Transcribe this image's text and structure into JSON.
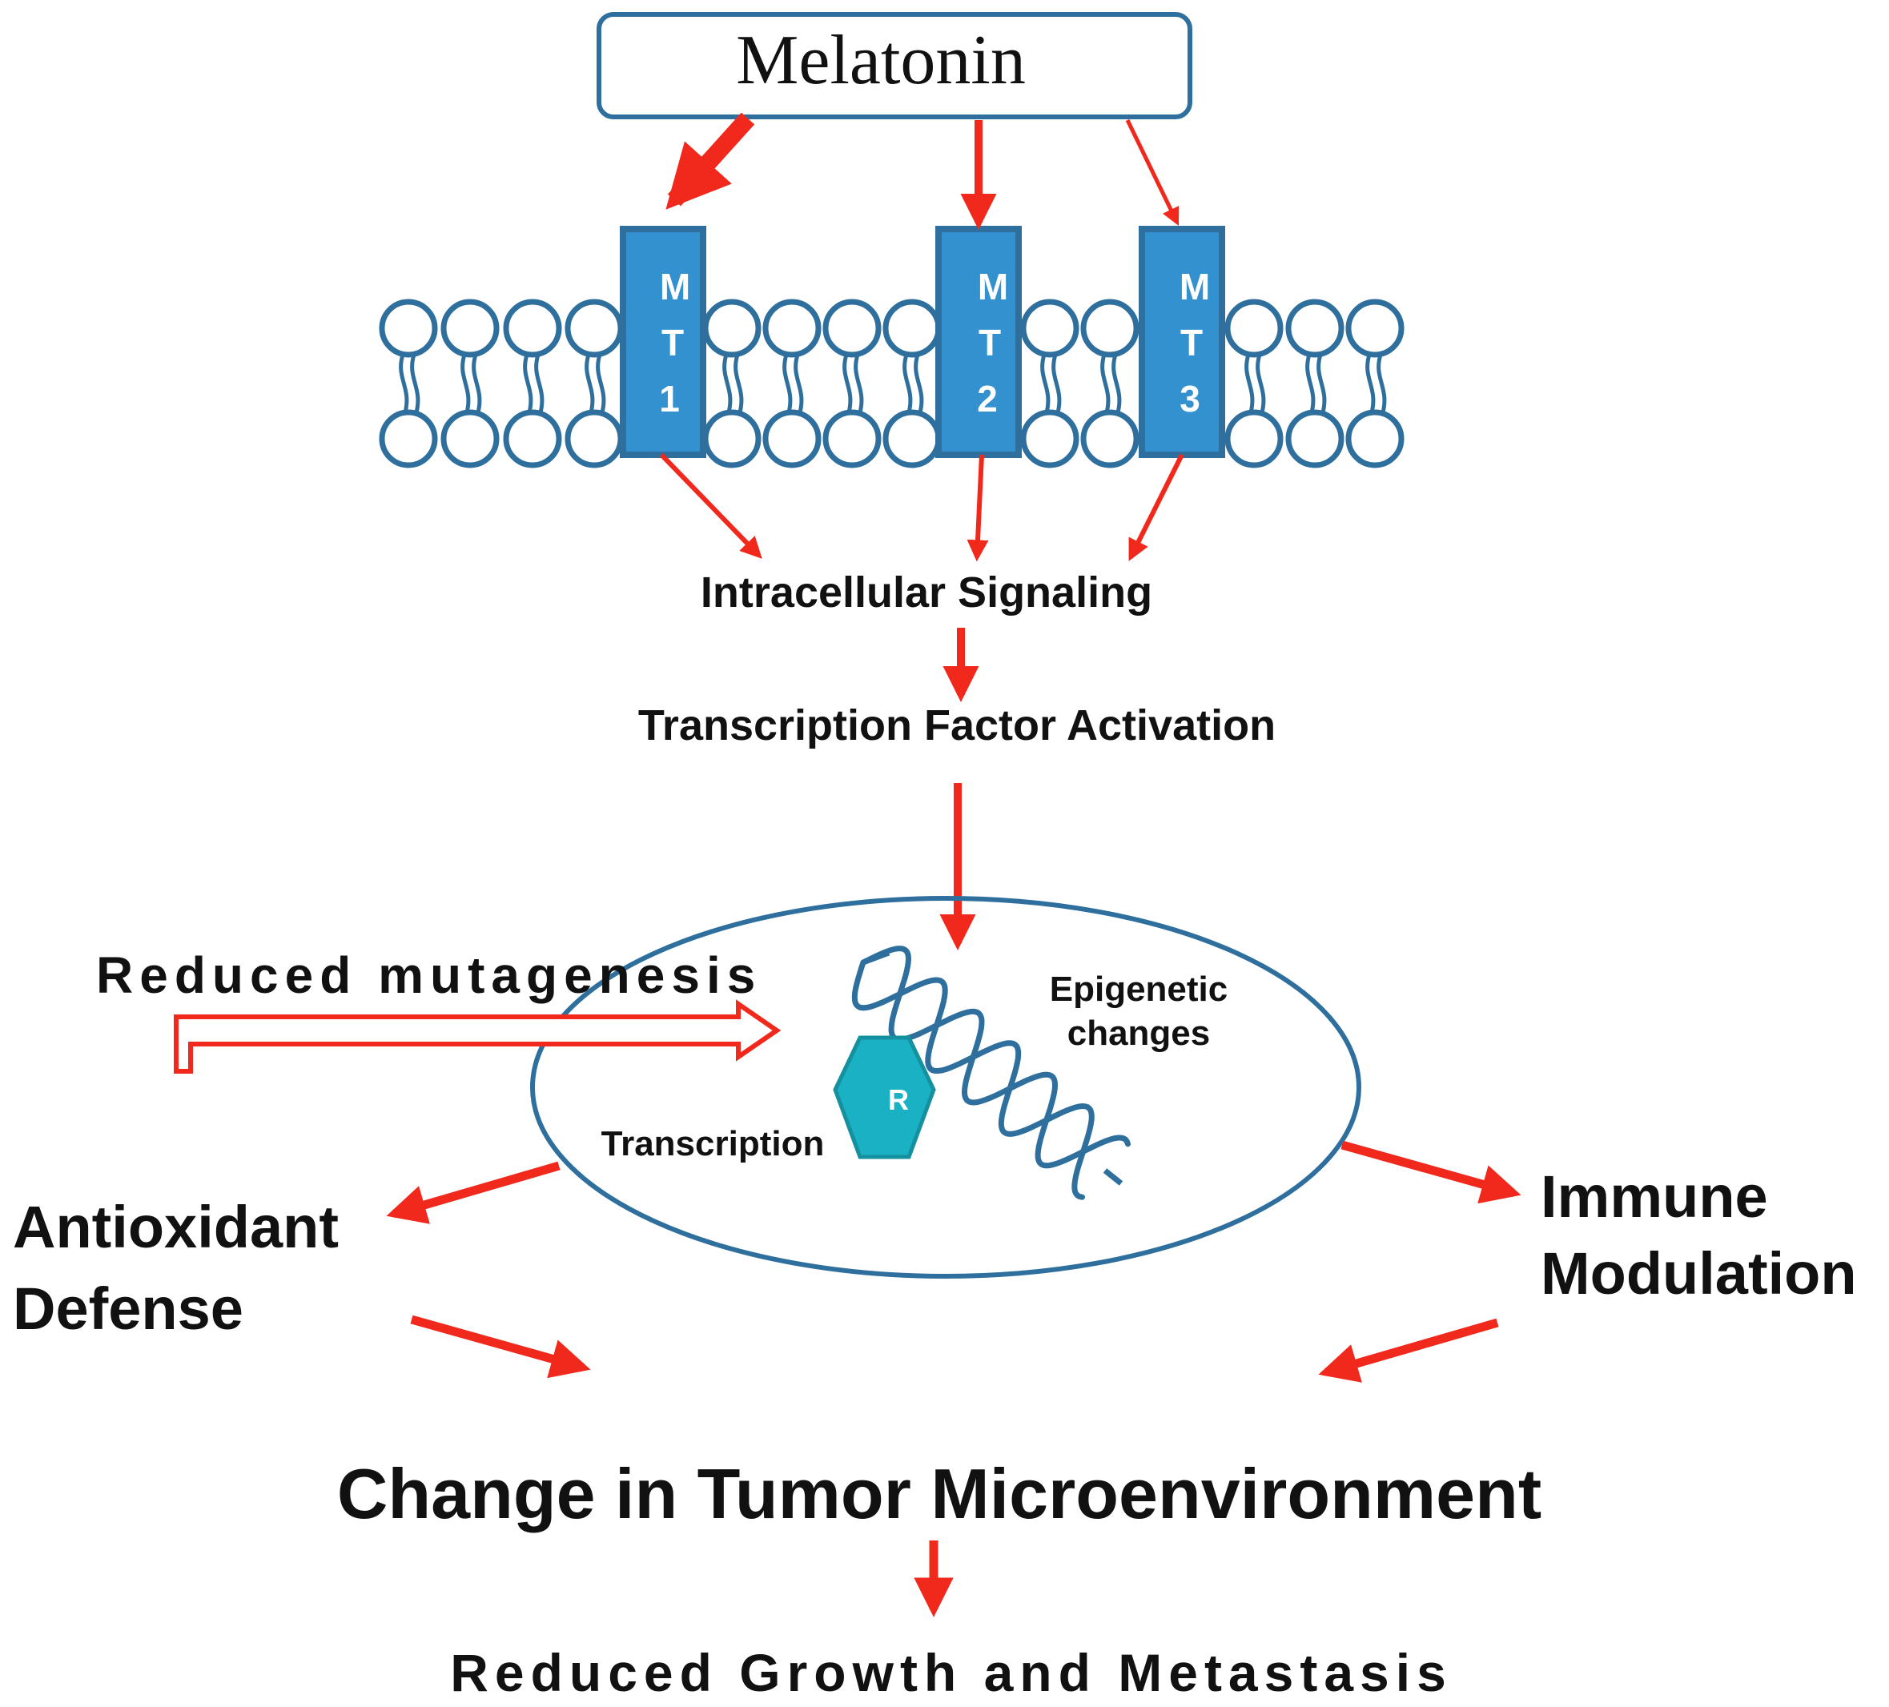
{
  "source": {
    "label": "Melatonin"
  },
  "receptors": [
    {
      "letters": [
        "M",
        "T",
        "1"
      ]
    },
    {
      "letters": [
        "M",
        "T",
        "2"
      ]
    },
    {
      "letters": [
        "M",
        "T",
        "3"
      ]
    }
  ],
  "steps": {
    "signaling": "Intracellular Signaling",
    "transcription_factor": "Transcription Factor Activation"
  },
  "nucleus": {
    "mutagenesis": "Reduced mutagenesis",
    "epigenetic_line1": "Epigenetic",
    "epigenetic_line2": "changes",
    "transcription": "Transcription",
    "hexagon_label": "R"
  },
  "outcomes": {
    "antioxidant_line1": "Antioxidant",
    "antioxidant_line2": "Defense",
    "immune_line1": "Immune",
    "immune_line2": "Modulation",
    "tumor": "Change in Tumor Microenvironment",
    "final": "Reduced Growth and Metastasis"
  },
  "colors": {
    "arrow": "#f0291c",
    "membrane": "#2e6f9e",
    "receptor_fill": "#3391cf",
    "hexagon": "#1ab1c4",
    "text": "#111111"
  }
}
